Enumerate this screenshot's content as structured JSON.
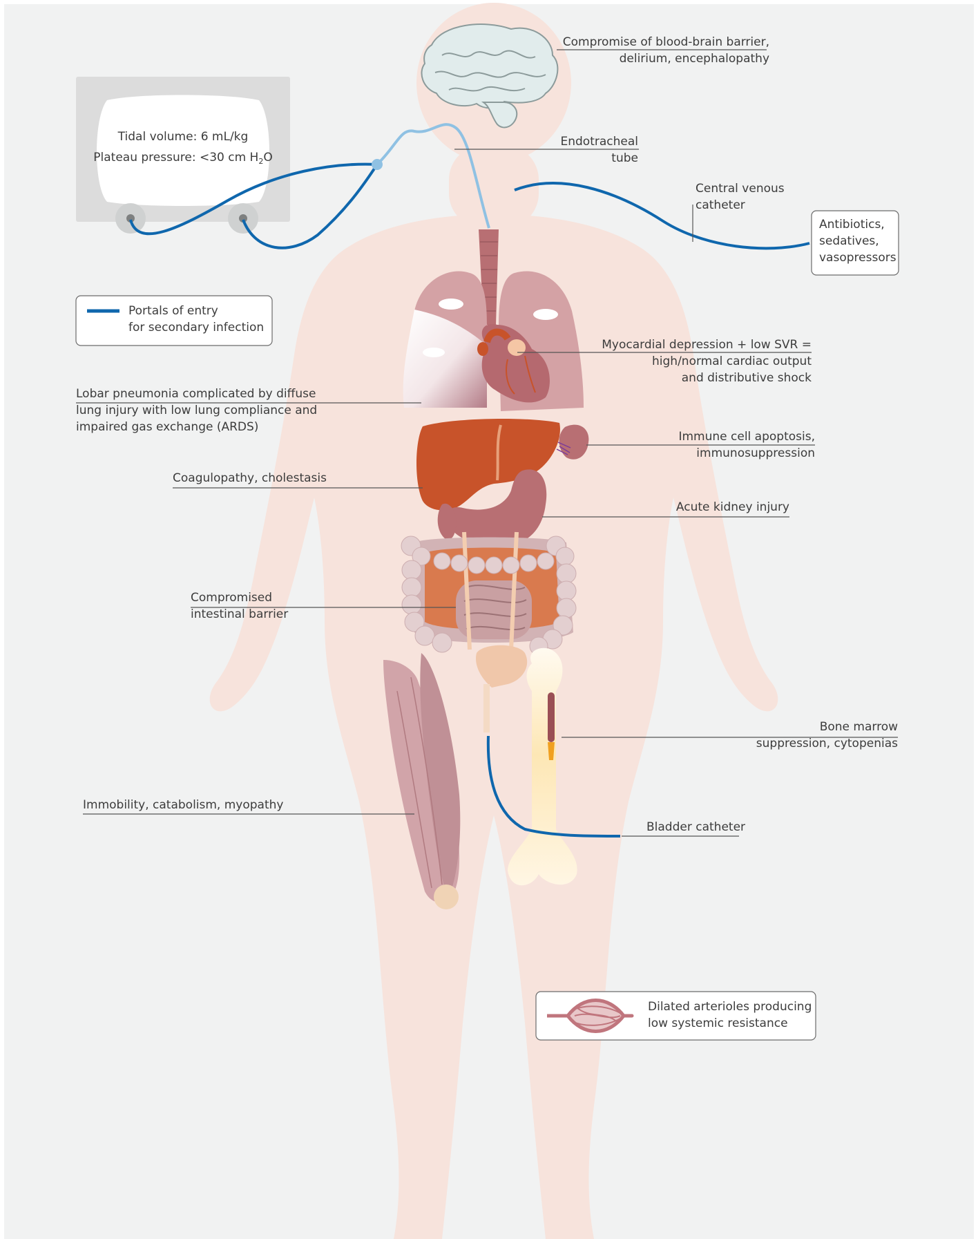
{
  "colors": {
    "background": "#f1f2f2",
    "body": "#f7e3dc",
    "portal_line": "#0f67ad",
    "tube": "#8fc1e3",
    "liver": "#c8532a",
    "lung": "#d4a2a5",
    "organ": "#b8747b",
    "leader": "#555555"
  },
  "ventilator": {
    "tidal_volume": "Tidal volume: 6 mL/kg",
    "plateau_pressure_prefix": "Plateau pressure: <30 cm H",
    "plateau_pressure_sub": "2",
    "plateau_pressure_suffix": "O"
  },
  "legend": {
    "portals_line1": "Portals of entry",
    "portals_line2": "for secondary infection",
    "arterioles_line1": "Dilated arterioles producing",
    "arterioles_line2": "low systemic resistance"
  },
  "drugs_box": {
    "line1": "Antibiotics,",
    "line2": "sedatives,",
    "line3": "vasopressors"
  },
  "labels": {
    "brain_line1": "Compromise of blood-brain barrier,",
    "brain_line2": "delirium, encephalopathy",
    "endotracheal_line1": "Endotracheal",
    "endotracheal_line2": "tube",
    "cvc_line1": "Central venous",
    "cvc_line2": "catheter",
    "heart_line1": "Myocardial depression + low SVR =",
    "heart_line2": "high/normal cardiac output",
    "heart_line3": "and distributive shock",
    "lung_line1": "Lobar pneumonia complicated by diffuse",
    "lung_line2": "lung injury with low lung compliance and",
    "lung_line3": "impaired gas exchange (ARDS)",
    "spleen_line1": "Immune cell apoptosis,",
    "spleen_line2": "immunosuppression",
    "liver_line1": "Coagulopathy, cholestasis",
    "kidney_line1": "Acute kidney injury",
    "intestine_line1": "Compromised",
    "intestine_line2": "intestinal barrier",
    "marrow_line1": "Bone marrow",
    "marrow_line2": "suppression, cytopenias",
    "muscle_line1": "Immobility, catabolism, myopathy",
    "bladder_line1": "Bladder catheter"
  }
}
